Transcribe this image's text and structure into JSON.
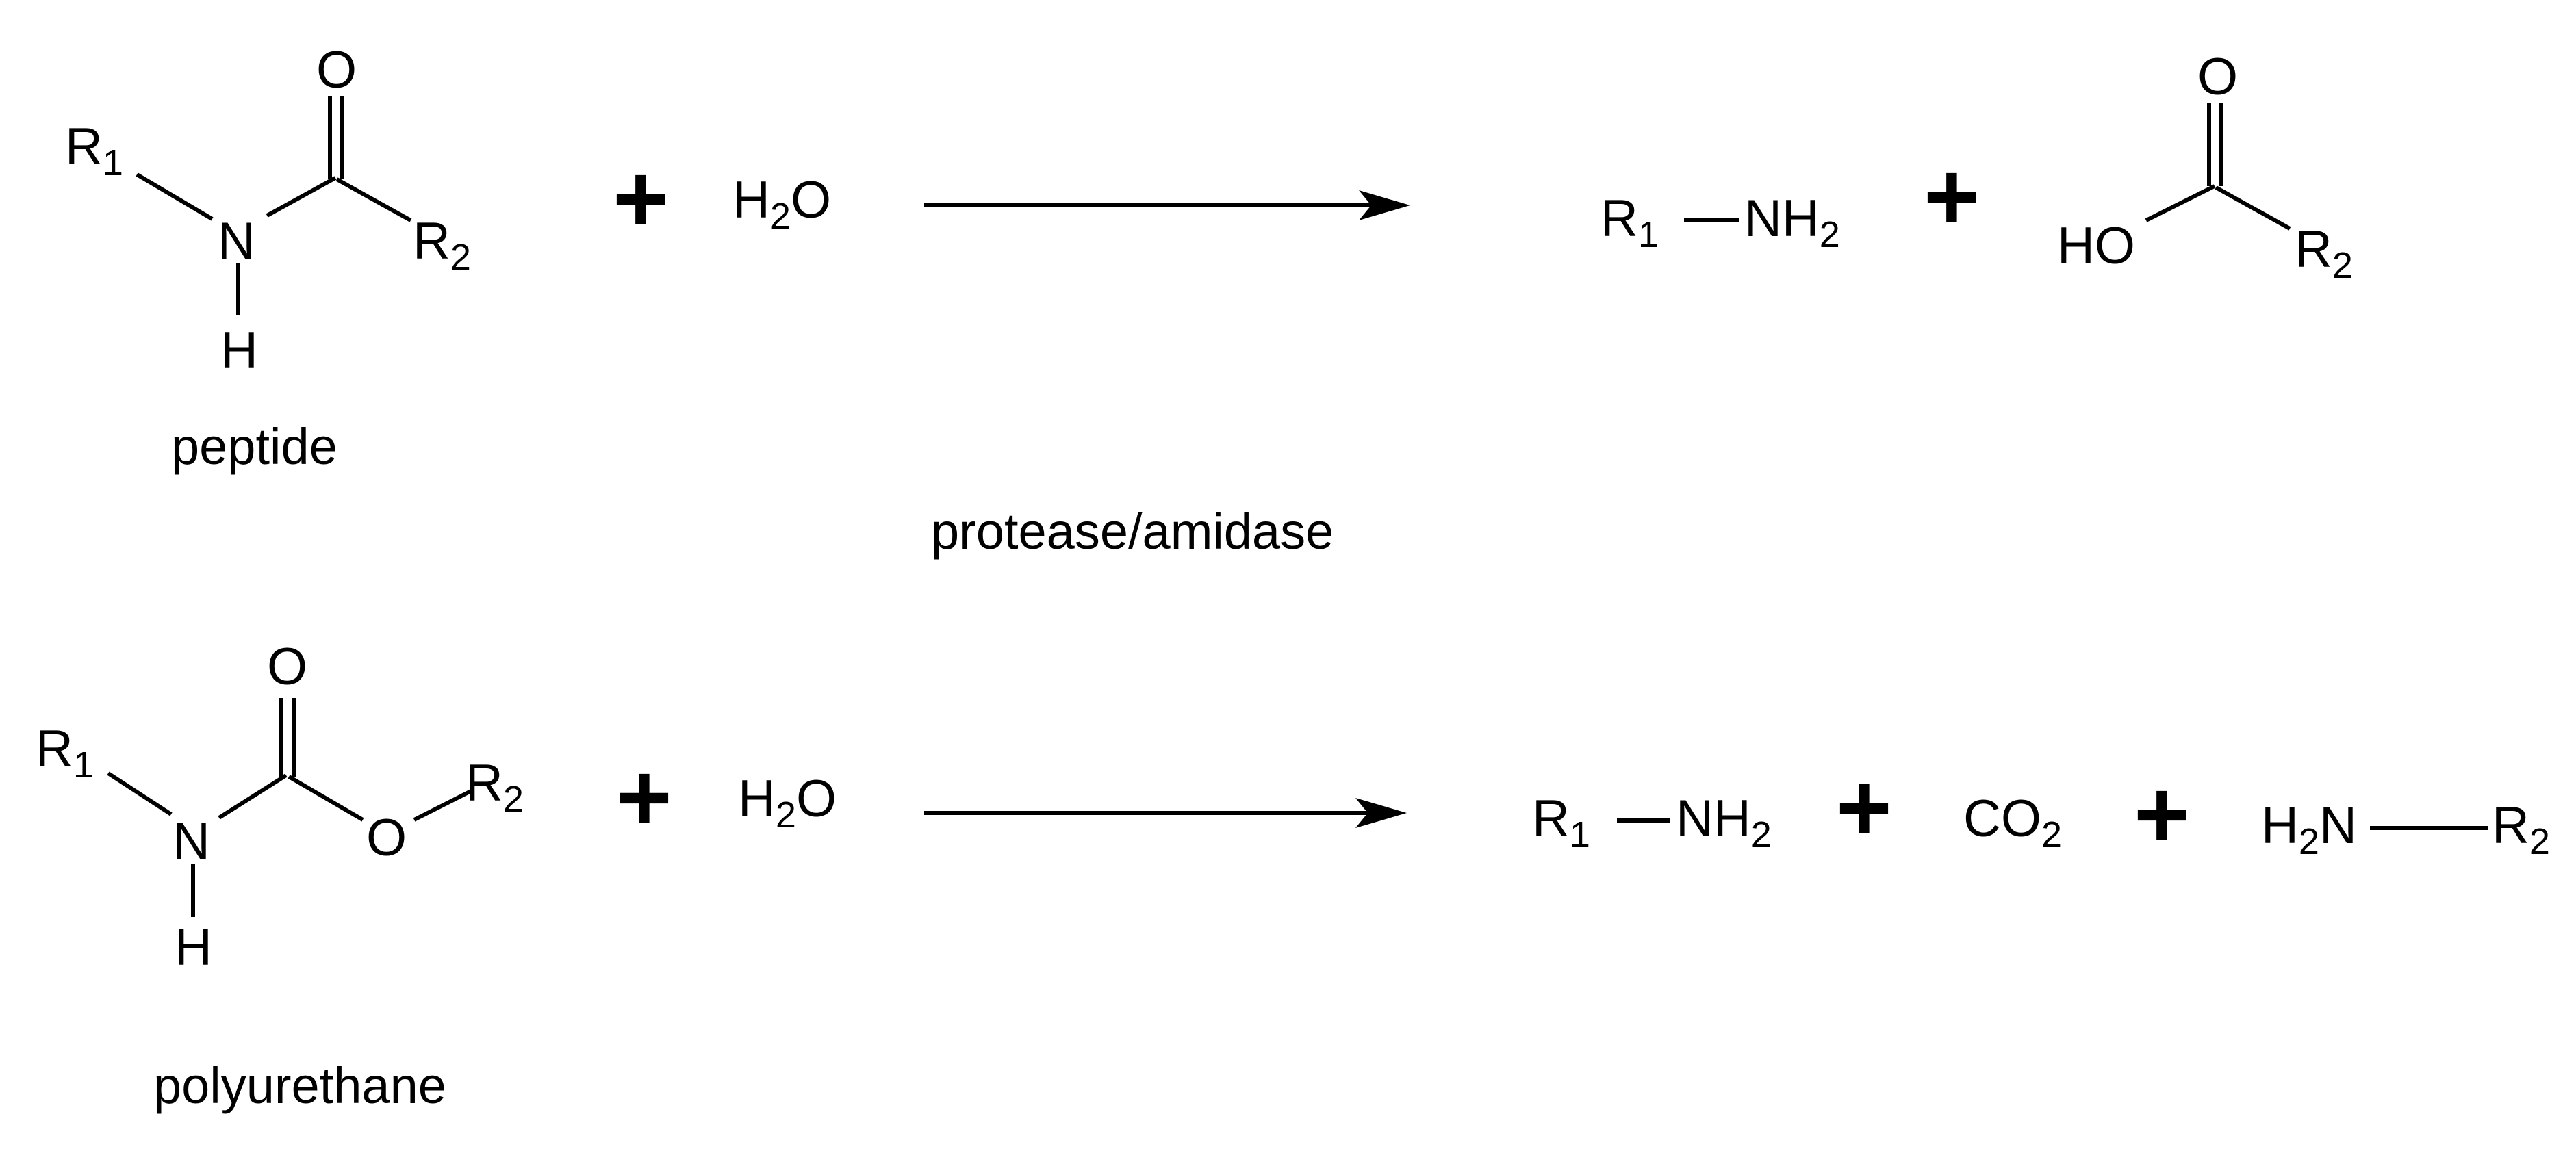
{
  "reactions": [
    {
      "name": "peptide-hydrolysis",
      "substrate_label": "peptide",
      "reactant": {
        "R1": "R",
        "R1_sub": "1",
        "N": "N",
        "H": "H",
        "O": "O",
        "R2": "R",
        "R2_sub": "2"
      },
      "plus_1": "+",
      "water": {
        "H": "H",
        "H_sub": "2",
        "O": "O"
      },
      "product_amine": {
        "R": "R",
        "R_sub": "1",
        "NH": "NH",
        "NH_sub": "2"
      },
      "plus_2": "+",
      "product_acid": {
        "HO": "HO",
        "O": "O",
        "R": "R",
        "R_sub": "2"
      }
    },
    {
      "name": "polyurethane-hydrolysis",
      "substrate_label": "polyurethane",
      "reactant": {
        "R1": "R",
        "R1_sub": "1",
        "N": "N",
        "H": "H",
        "O_carbonyl": "O",
        "O_ester": "O",
        "R2": "R",
        "R2_sub": "2"
      },
      "plus_1": "+",
      "water": {
        "H": "H",
        "H_sub": "2",
        "O": "O"
      },
      "product_amine1": {
        "R": "R",
        "R_sub": "1",
        "NH": "NH",
        "NH_sub": "2"
      },
      "plus_2": "+",
      "co2": {
        "CO": "CO",
        "CO_sub": "2"
      },
      "plus_3": "+",
      "product_amine2": {
        "H": "H",
        "H_sub": "2",
        "N": "N",
        "R": "R",
        "R_sub": "2"
      }
    }
  ],
  "enzyme_label": "protease/amidase",
  "colors": {
    "ink": "#000000",
    "background": "#ffffff"
  }
}
